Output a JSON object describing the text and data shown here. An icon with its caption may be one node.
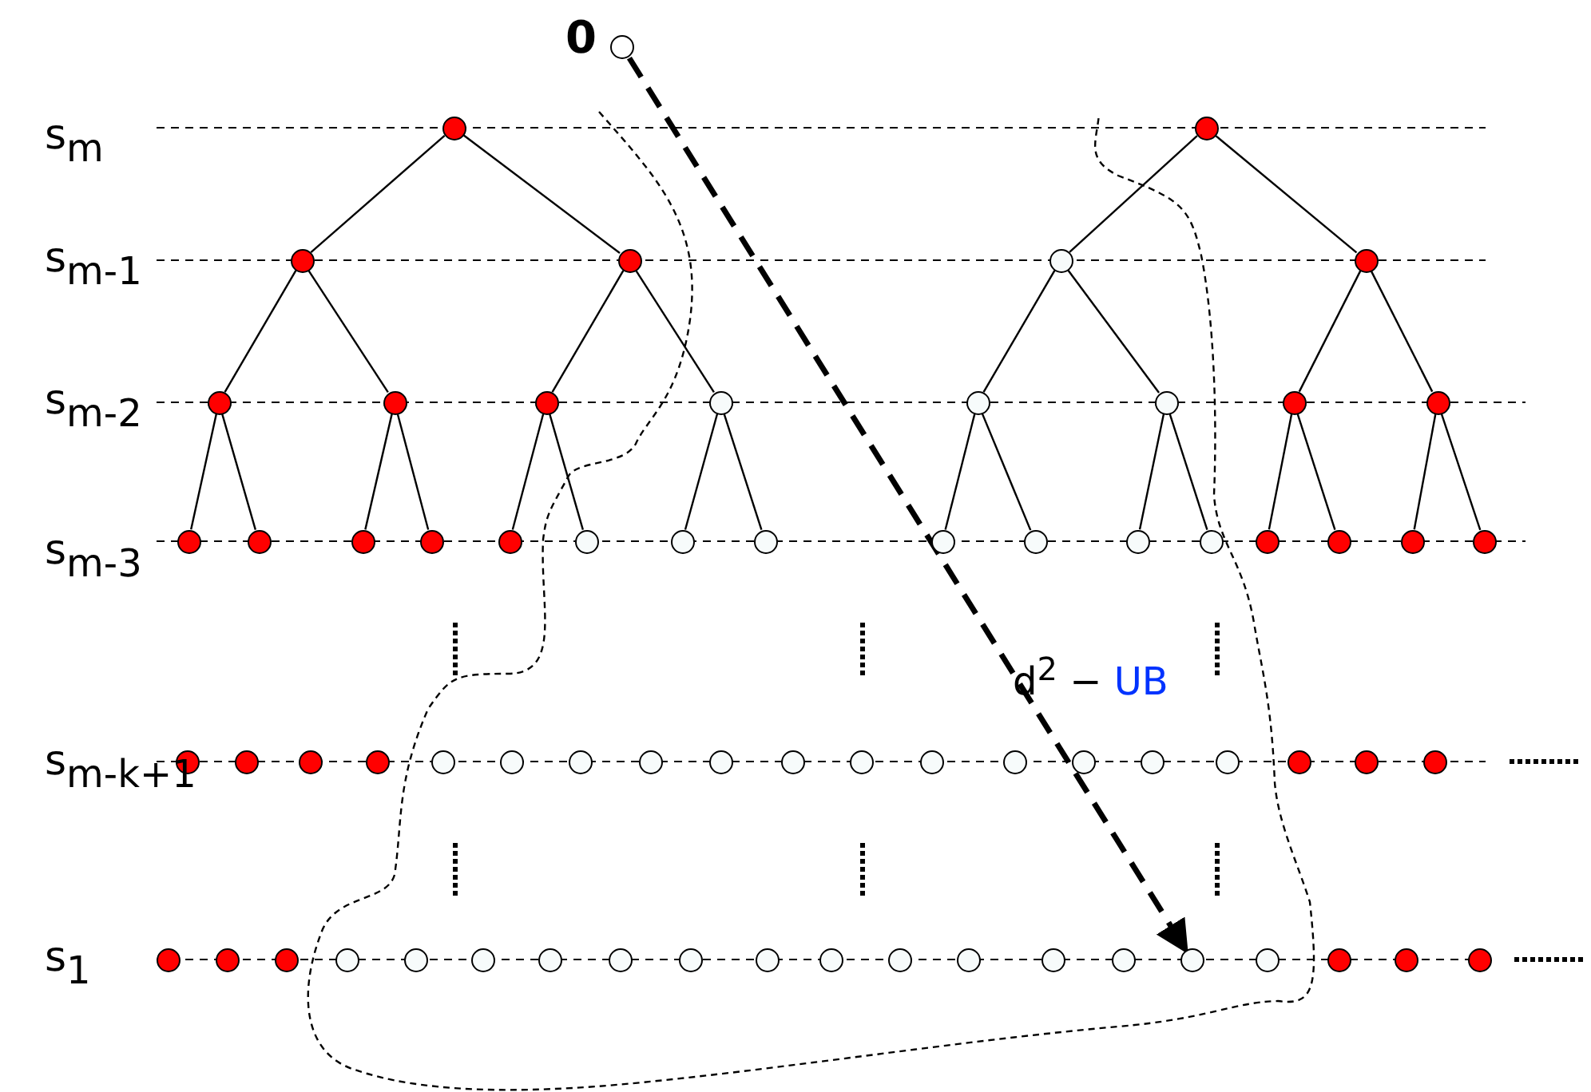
{
  "diagram": {
    "nodes": [
      {
        "text": [],
        "shape": "circle",
        "beside": [
          "0"
        ]
      },
      {
        "text": [],
        "shape": "circle"
      },
      {
        "text": [],
        "shape": "circle"
      },
      {
        "text": [],
        "shape": "circle"
      },
      {
        "text": [],
        "shape": "circle"
      },
      {
        "text": [],
        "shape": "circle"
      },
      {
        "text": [],
        "shape": "circle"
      },
      {
        "text": [],
        "shape": "circle"
      },
      {
        "text": [],
        "shape": "circle"
      },
      {
        "text": [],
        "shape": "circle"
      },
      {
        "text": [],
        "shape": "circle"
      },
      {
        "text": [],
        "shape": "circle"
      },
      {
        "text": [],
        "shape": "circle"
      },
      {
        "text": [],
        "shape": "circle"
      },
      {
        "text": [],
        "shape": "circle"
      },
      {
        "text": [],
        "shape": "circle"
      },
      {
        "text": [],
        "shape": "circle"
      },
      {
        "text": [],
        "shape": "circle"
      },
      {
        "text": [],
        "shape": "circle"
      },
      {
        "text": [],
        "shape": "circle"
      },
      {
        "text": [],
        "shape": "circle"
      },
      {
        "text": [],
        "shape": "circle"
      },
      {
        "text": [],
        "shape": "circle"
      },
      {
        "text": [],
        "shape": "circle"
      },
      {
        "text": [],
        "shape": "circle"
      },
      {
        "text": [],
        "shape": "circle"
      },
      {
        "text": [],
        "shape": "circle"
      },
      {
        "text": [],
        "shape": "circle"
      },
      {
        "text": [],
        "shape": "circle"
      },
      {
        "text": [],
        "shape": "circle"
      },
      {
        "text": [],
        "shape": "circle"
      },
      {
        "text": [],
        "shape": "circle"
      },
      {
        "text": [],
        "shape": "circle"
      },
      {
        "text": [],
        "shape": "circle"
      },
      {
        "text": [],
        "shape": "circle"
      },
      {
        "text": [],
        "shape": "circle"
      },
      {
        "text": [],
        "shape": "circle"
      },
      {
        "text": [],
        "shape": "circle"
      },
      {
        "text": [],
        "shape": "circle"
      },
      {
        "text": [],
        "shape": "circle"
      },
      {
        "text": [],
        "shape": "circle"
      },
      {
        "text": [],
        "shape": "circle"
      },
      {
        "text": [],
        "shape": "circle"
      },
      {
        "text": [],
        "shape": "circle"
      },
      {
        "text": [],
        "shape": "circle"
      },
      {
        "text": [],
        "shape": "circle"
      },
      {
        "text": [],
        "shape": "circle"
      },
      {
        "text": [],
        "shape": "circle"
      },
      {
        "text": [],
        "shape": "circle"
      },
      {
        "text": [],
        "shape": "circle"
      },
      {
        "text": [],
        "shape": "circle"
      },
      {
        "text": [],
        "shape": "circle"
      },
      {
        "text": [],
        "shape": "circle"
      },
      {
        "text": [],
        "shape": "circle"
      },
      {
        "text": [],
        "shape": "circle"
      },
      {
        "text": [],
        "shape": "circle"
      },
      {
        "text": [],
        "shape": "circle"
      },
      {
        "text": [],
        "shape": "circle"
      },
      {
        "text": [],
        "shape": "circle"
      },
      {
        "text": [],
        "shape": "circle"
      },
      {
        "text": [],
        "shape": "circle"
      },
      {
        "text": [],
        "shape": "circle"
      },
      {
        "text": [],
        "shape": "circle"
      },
      {
        "text": [],
        "shape": "circle"
      },
      {
        "text": [],
        "shape": "circle"
      },
      {
        "text": [],
        "shape": "circle"
      },
      {
        "text": [],
        "shape": "circle"
      },
      {
        "text": [],
        "shape": "circle"
      },
      {
        "text": [],
        "shape": "circle"
      },
      {
        "text": [],
        "shape": "circle"
      }
    ],
    "edges": [
      {
        "from": 1,
        "to": 3,
        "arrow": "none"
      },
      {
        "from": 1,
        "to": 4,
        "arrow": "none"
      },
      {
        "from": 2,
        "to": 5,
        "arrow": "none"
      },
      {
        "from": 2,
        "to": 6,
        "arrow": "none"
      },
      {
        "from": 3,
        "to": 7,
        "arrow": "none"
      },
      {
        "from": 3,
        "to": 8,
        "arrow": "none"
      },
      {
        "from": 4,
        "to": 9,
        "arrow": "none"
      },
      {
        "from": 4,
        "to": 10,
        "arrow": "none"
      },
      {
        "from": 5,
        "to": 11,
        "arrow": "none"
      },
      {
        "from": 5,
        "to": 12,
        "arrow": "none"
      },
      {
        "from": 6,
        "to": 13,
        "arrow": "none"
      },
      {
        "from": 6,
        "to": 14,
        "arrow": "none"
      },
      {
        "from": 7,
        "to": 15,
        "arrow": "none"
      },
      {
        "from": 7,
        "to": 16,
        "arrow": "none"
      },
      {
        "from": 8,
        "to": 17,
        "arrow": "none"
      },
      {
        "from": 8,
        "to": 18,
        "arrow": "none"
      },
      {
        "from": 9,
        "to": 19,
        "arrow": "none"
      },
      {
        "from": 9,
        "to": 20,
        "arrow": "none"
      },
      {
        "from": 10,
        "to": 21,
        "arrow": "none"
      },
      {
        "from": 10,
        "to": 22,
        "arrow": "none"
      },
      {
        "from": 11,
        "to": 23,
        "arrow": "none"
      },
      {
        "from": 11,
        "to": 24,
        "arrow": "none"
      },
      {
        "from": 12,
        "to": 25,
        "arrow": "none"
      },
      {
        "from": 12,
        "to": 26,
        "arrow": "none"
      },
      {
        "from": 13,
        "to": 27,
        "arrow": "none"
      },
      {
        "from": 13,
        "to": 28,
        "arrow": "none"
      },
      {
        "from": 14,
        "to": 29,
        "arrow": "none"
      },
      {
        "from": 14,
        "to": 30,
        "arrow": "none"
      },
      {
        "from": 0,
        "to": 65,
        "arrow": "to",
        "style": "dashed",
        "label": "d$^{2}$ − UB"
      }
    ],
    "labels": [
      "s$_{m}$",
      "s$_{m-1}$",
      "s$_{m-2}$",
      "s$_{m-3}$",
      "s$_{m-k+1}$",
      "s$_{1}$"
    ]
  }
}
